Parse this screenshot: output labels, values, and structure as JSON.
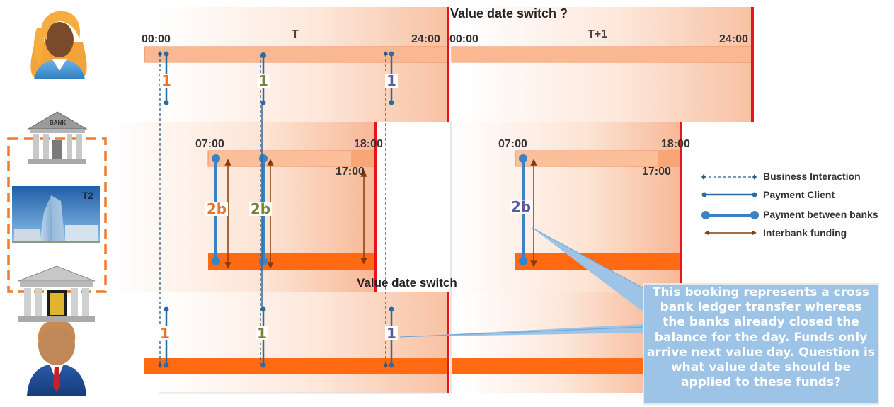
{
  "top_title": "Value date switch ?",
  "mid_title": "Value date switch",
  "days": {
    "t": "T",
    "t1": "T+1"
  },
  "times": {
    "start_t": "00:00",
    "end_t": "24:00",
    "start_t1": "00:00",
    "end_t1": "24:00",
    "open_t": "07:00",
    "close_t": "18:00",
    "cutoff_t": "17:00",
    "open_t1": "07:00",
    "close_t1": "18:00",
    "cutoff_t1": "17:00"
  },
  "steps": {
    "one": "1",
    "two_b": "2b"
  },
  "bank_label": "BANK",
  "t2_label": "T2",
  "legend": [
    {
      "label": "Business Interaction",
      "style": "dashed"
    },
    {
      "label": "Payment Client",
      "style": "thin"
    },
    {
      "label": "Payment between banks",
      "style": "thick"
    },
    {
      "label": "Interbank funding",
      "style": "double-arrow"
    }
  ],
  "callout": "This booking represents a cross bank ledger transfer whereas the banks already closed the balance for the day. Funds only arrive next value day. Question is what value date should be applied to these funds?",
  "colors": {
    "orange": "#ff6a13",
    "light_orange": "#fbc4a0",
    "red": "#e8141a",
    "blue": "#2e75b6",
    "brown": "#843c0c",
    "callout": "#9dc3e6"
  }
}
